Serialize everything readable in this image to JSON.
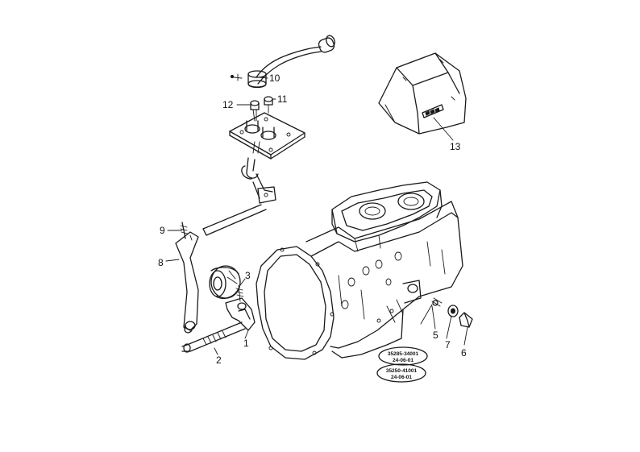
{
  "callouts": [
    {
      "id": "10",
      "label": "10"
    },
    {
      "id": "11",
      "label": "11"
    },
    {
      "id": "12",
      "label": "12"
    },
    {
      "id": "13",
      "label": "13"
    },
    {
      "id": "9",
      "label": "9"
    },
    {
      "id": "8",
      "label": "8"
    },
    {
      "id": "3",
      "label": "3"
    },
    {
      "id": "1",
      "label": "1"
    },
    {
      "id": "2",
      "label": "2"
    },
    {
      "id": "5",
      "label": "5"
    },
    {
      "id": "7",
      "label": "7"
    },
    {
      "id": "6",
      "label": "6"
    }
  ],
  "stamps": [
    {
      "code": "35285-34001",
      "date": "24-06-01"
    },
    {
      "code": "35250-41001",
      "date": "24-06-01"
    }
  ]
}
